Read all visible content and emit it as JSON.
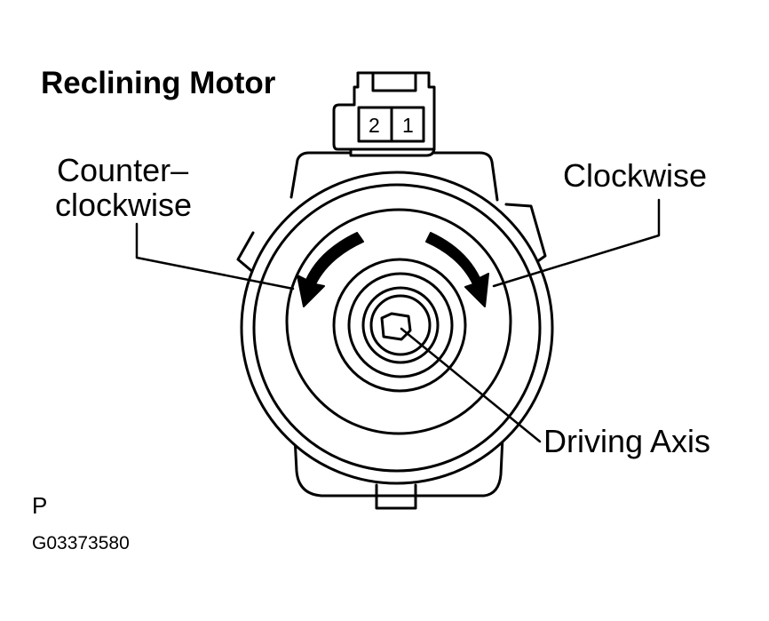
{
  "title": "Reclining Motor",
  "connector": {
    "pins": [
      "2",
      "1"
    ]
  },
  "labels": {
    "counterclockwise_line1": "Counter–",
    "counterclockwise_line2": "clockwise",
    "clockwise": "Clockwise",
    "driving_axis": "Driving Axis"
  },
  "footer": {
    "code": "P",
    "figure_id": "G03373580"
  },
  "colors": {
    "ink": "#000000",
    "paper": "#ffffff"
  }
}
